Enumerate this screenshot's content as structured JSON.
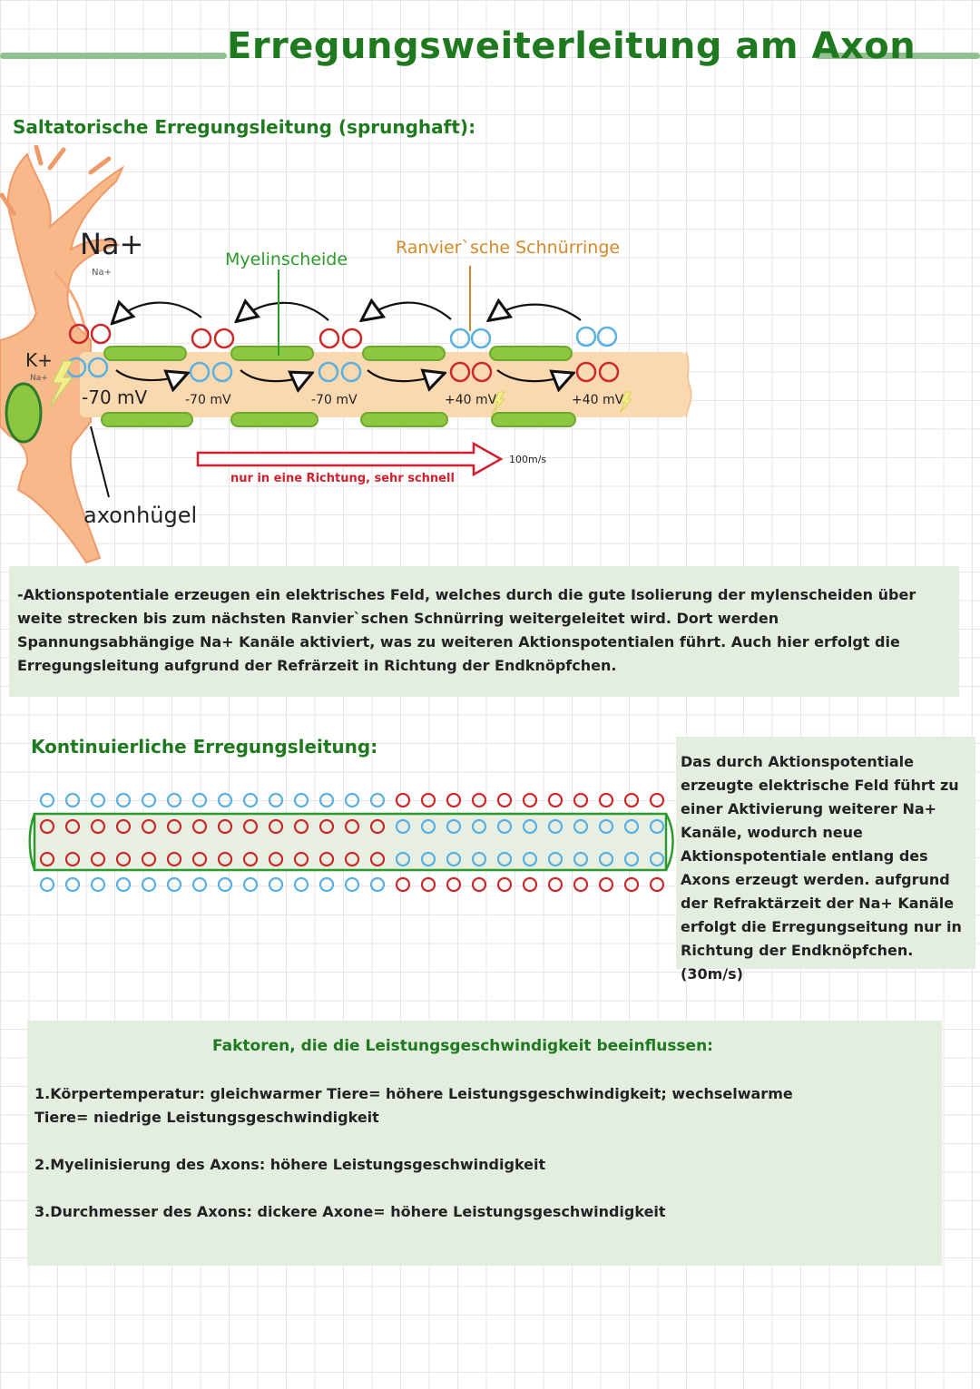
{
  "title": "Erregungsweiterleitung am Axon",
  "colors": {
    "title_green": "#1f7a1f",
    "myelin": "#8dc63f",
    "axon": "#fbd9b0",
    "neuron": "#f7b98a",
    "na_red": "#cc2a2a",
    "k_blue": "#5ab0e0",
    "ranvier_label": "#d4892a",
    "box_green": "#e3eee0",
    "arrow_red": "#d11f2d"
  },
  "saltatory": {
    "heading": "Saltatorische Erregungsleitung (sprunghaft):",
    "labels": {
      "na": "Na+",
      "na_small": "Na+",
      "k": "K+",
      "k_small": "Na+",
      "myelin": "Myelinscheide",
      "ranvier": "Ranvier`sche Schnürringe",
      "axonhuegel": "axonhügel",
      "speed": "100m/s",
      "direction": "nur in eine Richtung, sehr schnell"
    },
    "potentials": [
      "-70 mV",
      "-70 mV",
      "-70 mV",
      "+40 mV",
      "+40 mV"
    ],
    "paragraph": "-Aktionspotentiale erzeugen ein elektrisches Feld, welches durch die gute Isolierung der mylenscheiden über weite strecken bis zum nächsten Ranvier`schen Schnürring weitergeleitet wird. Dort werden Spannungsabhängige Na+ Kanäle aktiviert, was zu weiteren Aktionspotentialen führt. Auch hier erfolgt die Erregungsleitung aufgrund der Refrärzeit in Richtung der Endknöpfchen."
  },
  "continuous": {
    "heading": "Kontinuierliche Erregungsleitung:",
    "paragraph": "Das durch Aktionspotentiale erzeugte elektrische Feld führt zu einer Aktivierung weiterer Na+ Kanäle, wodurch neue Aktionspotentiale entlang des Axons erzeugt werden. aufgrund der Refraktärzeit der Na+ Kanäle erfolgt die Erregungseitung nur in Richtung der Endknöpfchen. (30m/s)"
  },
  "factors": {
    "heading": "Faktoren, die die Leistungsgeschwindigkeit beeinflussen:",
    "items": [
      "1.Körpertemperatur: gleichwarmer Tiere= höhere Leistungsgeschwindigkeit; wechselwarme Tiere= niedrige Leistungsgeschwindigkeit",
      "2.Myelinisierung des Axons: höhere Leistungsgeschwindigkeit",
      "3.Durchmesser des Axons: dickere Axone= höhere Leistungsgeschwindigkeit"
    ]
  }
}
